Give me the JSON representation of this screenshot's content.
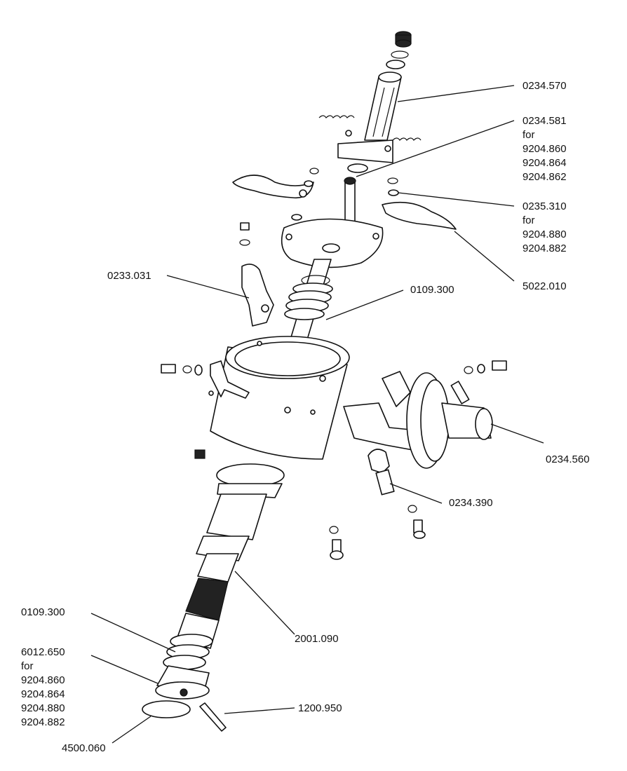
{
  "labels": {
    "l0234_570": "0234.570",
    "l0234_581": [
      "0234.581",
      "for",
      "9204.860",
      "9204.864",
      "9204.862"
    ],
    "l0235_310": [
      "0235.310",
      "for",
      "9204.880",
      "9204.882"
    ],
    "l5022_010": "5022.010",
    "l0233_031": "0233.031",
    "l0109_300_top": "0109.300",
    "l0234_560": "0234.560",
    "l0234_390": "0234.390",
    "l2001_090": "2001.090",
    "l0109_300_bottom": "0109.300",
    "l6012_650": [
      "6012.650",
      "for",
      "9204.860",
      "9204.864",
      "9204.880",
      "9204.882"
    ],
    "l1200_950": "1200.950",
    "l4500_060": "4500.060"
  }
}
